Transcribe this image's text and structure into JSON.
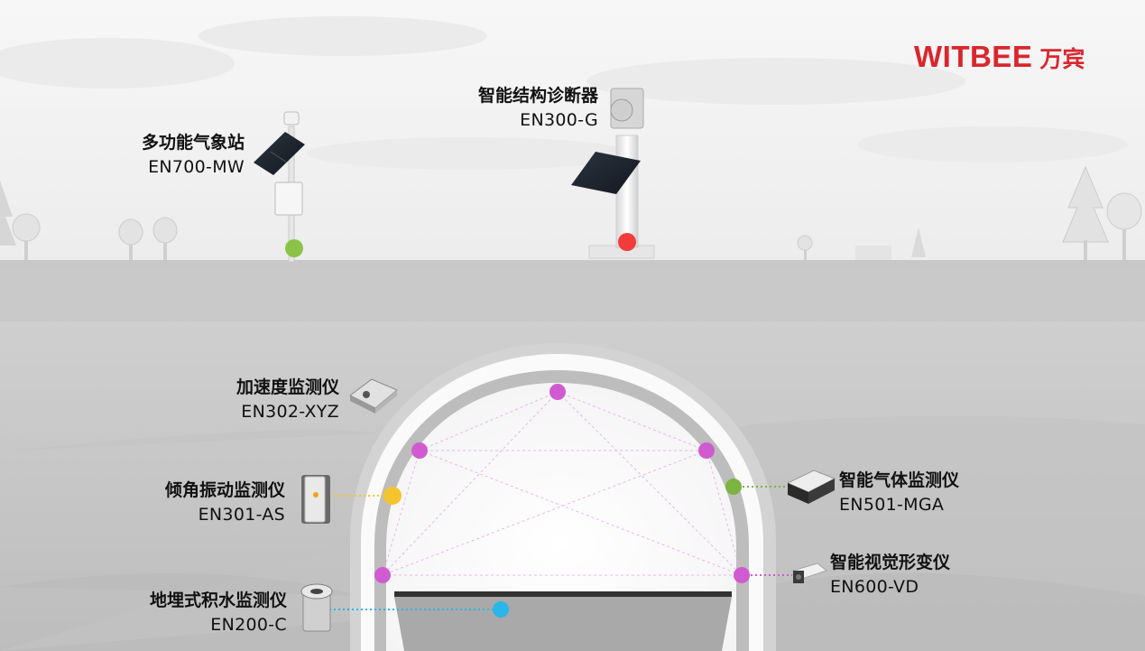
{
  "logo": {
    "brand": "WITBEE",
    "cn": "万宾"
  },
  "devices": [
    {
      "id": "weather",
      "name": "多功能气象站",
      "model": "EN700-MW",
      "dot_color": "#8bc34a"
    },
    {
      "id": "structure",
      "name": "智能结构诊断器",
      "model": "EN300-G",
      "dot_color": "#f23b3b"
    },
    {
      "id": "accel",
      "name": "加速度监测仪",
      "model": "EN302-XYZ",
      "dot_color": "#d05bd0"
    },
    {
      "id": "tilt",
      "name": "倾角振动监测仪",
      "model": "EN301-AS",
      "dot_color": "#f4c430"
    },
    {
      "id": "water",
      "name": "地埋式积水监测仪",
      "model": "EN200-C",
      "dot_color": "#29b6e8"
    },
    {
      "id": "gas",
      "name": "智能气体监测仪",
      "model": "EN501-MGA",
      "dot_color": "#7cb342"
    },
    {
      "id": "vision",
      "name": "智能视觉形变仪",
      "model": "EN600-VD",
      "dot_color": "#d05bd0"
    }
  ],
  "icons": {
    "weather": "weather-station-icon",
    "structure": "structure-diagnoser-icon",
    "accel": "accelerometer-icon",
    "tilt": "tilt-sensor-icon",
    "water": "water-sensor-icon",
    "gas": "gas-monitor-icon",
    "vision": "camera-icon"
  }
}
